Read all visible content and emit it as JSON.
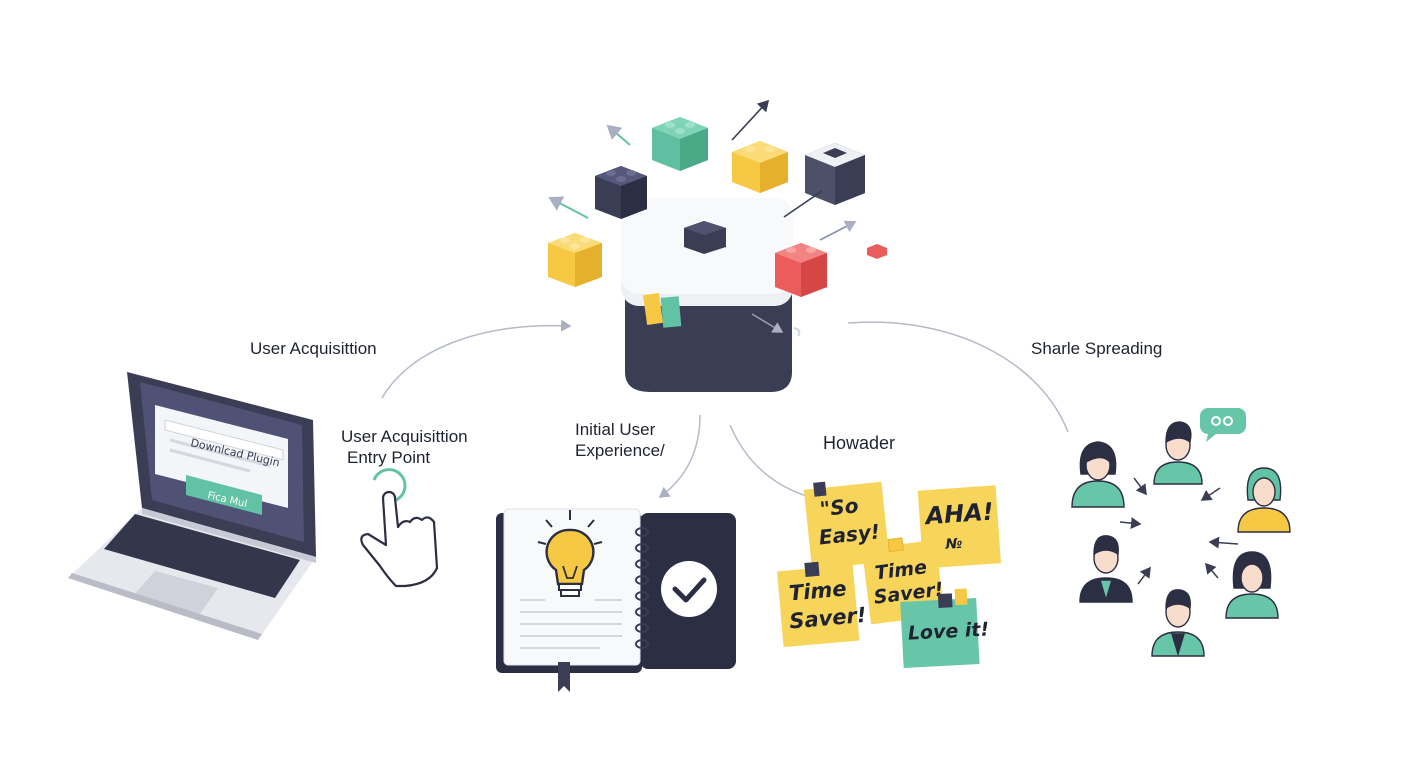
{
  "labels": {
    "user_acquisition": "User Acquisittion",
    "entry_point_line1": "User Acquisittion",
    "entry_point_line2": "Entry Point",
    "initial_experience_line1": "Initial User",
    "initial_experience_line2": "Experience/",
    "howader": "Howader",
    "share_spreading": "Sharle Spreading"
  },
  "laptop_screen": {
    "title": "Downlcad Plugin",
    "button": "Fica Mul"
  },
  "sticky_notes": [
    {
      "text_line1": "\"So",
      "text_line2": "Easy!",
      "color": "#f7d55b"
    },
    {
      "text_line1": "AHA!",
      "text_line2": "№",
      "color": "#f7d55b"
    },
    {
      "text_line1": "Time",
      "text_line2": "Saver!",
      "color": "#f7d55b"
    },
    {
      "text_line1": "Time",
      "text_line2": "Saver!",
      "color": "#f7d55b"
    },
    {
      "text_line1": "Love it!",
      "text_line2": "",
      "color": "#67c6a8"
    }
  ],
  "colors": {
    "navy": "#3b3d55",
    "teal": "#62c3a4",
    "yellow": "#f6c844",
    "red": "#ea5d5b",
    "light_gray": "#eceef2"
  },
  "icons": [
    "laptop-icon",
    "pointer-hand-icon",
    "notebook-icon",
    "lightbulb-icon",
    "checkmark-icon",
    "people-network-icon",
    "chat-bubble-icon",
    "plugin-box-icon"
  ]
}
